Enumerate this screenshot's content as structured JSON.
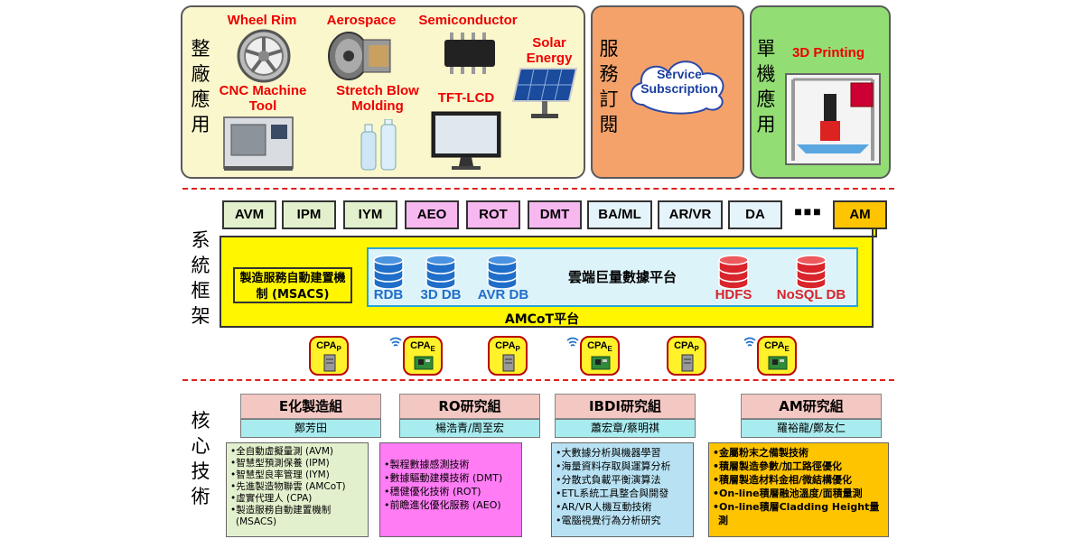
{
  "applications": {
    "factory": {
      "label": "整廠應用",
      "items": {
        "wheel_rim": "Wheel Rim",
        "aerospace": "Aerospace",
        "semiconductor": "Semiconductor",
        "solar": "Solar Energy",
        "cnc": "CNC Machine Tool",
        "stretch": "Stretch Blow Molding",
        "tft": "TFT-LCD"
      }
    },
    "service": {
      "label": "服務訂閱",
      "cloud": "Service Subscription"
    },
    "single": {
      "label": "單機應用",
      "item": "3D Printing"
    }
  },
  "framework": {
    "label": "系統框架",
    "modules": [
      "AVM",
      "IPM",
      "IYM",
      "AEO",
      "ROT",
      "DMT",
      "BA/ML",
      "AR/VR",
      "DA",
      "AM"
    ],
    "ellipsis": "■■■",
    "msacs": "製造服務自動建置機制 (MSACS)",
    "cloud_platform": "雲端巨量數據平台",
    "databases": [
      "RDB",
      "3D DB",
      "AVR DB",
      "HDFS",
      "NoSQL DB"
    ],
    "amcot": "AMCoT平台",
    "cpa": [
      {
        "base": "CPA",
        "sub": "P"
      },
      {
        "base": "CPA",
        "sub": "E"
      },
      {
        "base": "CPA",
        "sub": "P"
      },
      {
        "base": "CPA",
        "sub": "E"
      },
      {
        "base": "CPA",
        "sub": "P"
      },
      {
        "base": "CPA",
        "sub": "E"
      }
    ]
  },
  "core": {
    "label": "核心技術",
    "groups": [
      {
        "name": "E化製造組",
        "members": "鄭芳田",
        "color": "#e3f0cd",
        "items": [
          "全自動虛擬量測 (AVM)",
          "智慧型預測保養 (IPM)",
          "智慧型良率管理 (IYM)",
          "先進製造物聯雲 (AMCoT)",
          "虛實代理人 (CPA)",
          "製造服務自動建置機制",
          "(MSACS)"
        ]
      },
      {
        "name": "RO研究組",
        "members": "楊浩青/周至宏",
        "color": "#ff7cf4",
        "items": [
          "製程數據感測技術",
          "數據驅動建模技術 (DMT)",
          "穩健優化技術 (ROT)",
          "前瞻進化優化服務 (AEO)"
        ]
      },
      {
        "name": "IBDI研究組",
        "members": "蕭宏章/蔡明祺",
        "color": "#b8e2f4",
        "items": [
          "大數據分析與機器學習",
          "海量資料存取與運算分析",
          "分散式負載平衡演算法",
          "ETL系統工具整合與開發",
          "AR/VR人機互動技術",
          "電腦視覺行為分析研究"
        ]
      },
      {
        "name": "AM研究組",
        "members": "羅裕龍/鄭友仁",
        "color": "#ffc400",
        "items": [
          "金屬粉末之備製技術",
          "積層製造參數/加工路徑優化",
          "積層製造材料金相/微結構優化",
          "On-line積層融池溫度/面積量測",
          "On-line積層Cladding Height量",
          "測"
        ]
      }
    ]
  },
  "colors": {
    "factory_panel": "#fbf7cd",
    "service_panel": "#f4a26a",
    "single_panel": "#93de74",
    "platform_yellow": "#fff600",
    "cloud_panel": "#ddf3fa",
    "module_green": "#e3f0cd",
    "module_pink": "#f7b8f0",
    "module_lightblue": "#e5f3fa",
    "module_orange": "#ffc400",
    "db_blue": "#1f6ec9",
    "db_red": "#d8242a",
    "dash_red": "#e02020"
  }
}
